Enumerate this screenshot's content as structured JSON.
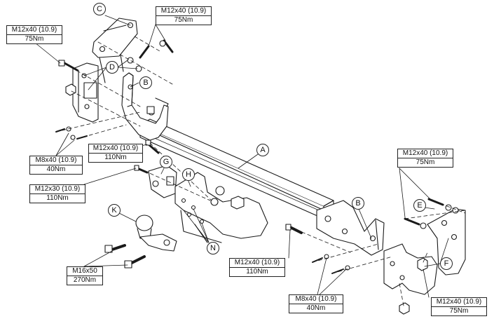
{
  "callouts": {
    "a": "A",
    "b1": "B",
    "b2": "B",
    "c": "C",
    "d": "D",
    "e": "E",
    "f": "F",
    "g": "G",
    "h": "H",
    "k": "K",
    "n": "N"
  },
  "specs": {
    "spec_c_bolt": {
      "size": "M12x40 (10.9)",
      "torque": "75Nm"
    },
    "spec_d_bolt": {
      "size": "M12x40 (10.9)",
      "torque": "75Nm"
    },
    "spec_left_m8": {
      "size": "M8x40 (10.9)",
      "torque": "40Nm"
    },
    "spec_mid_m12": {
      "size": "M12x40 (10.9)",
      "torque": "110Nm"
    },
    "spec_g_m12x30": {
      "size": "M12x30 (10.9)",
      "torque": "110Nm"
    },
    "spec_ball_m16": {
      "size": "M16x50",
      "torque": "270Nm"
    },
    "spec_e_bolt": {
      "size": "M12x40 (10.9)",
      "torque": "75Nm"
    },
    "spec_right_m12": {
      "size": "M12x40 (10.9)",
      "torque": "110Nm"
    },
    "spec_right_m8": {
      "size": "M8x40 (10.9)",
      "torque": "40Nm"
    },
    "spec_f_bolt": {
      "size": "M12x40 (10.9)",
      "torque": "75Nm"
    }
  }
}
